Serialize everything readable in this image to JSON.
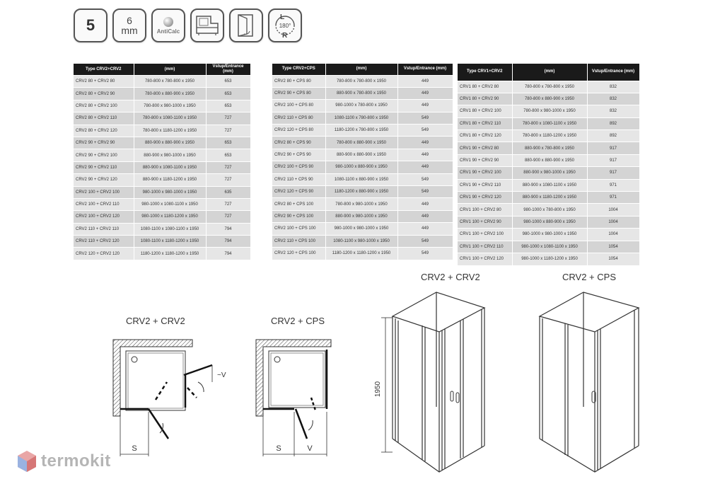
{
  "badges": {
    "thickness_value": "5",
    "mm_top": "6",
    "mm_bottom": "mm",
    "anticalc_label": "AntiCalc",
    "rotate_left": "L",
    "rotate_angle": "180°",
    "rotate_right": "R"
  },
  "table1": {
    "headers": [
      "Type CRV2+CRV2",
      "(mm)",
      "Vstup/Entrance (mm)"
    ],
    "rows": [
      [
        "CRV2 80 + CRV2 80",
        "780-800 x 780-800 x 1950",
        "653"
      ],
      [
        "CRV2 80 + CRV2 90",
        "780-800 x 880-900 x 1950",
        "653"
      ],
      [
        "CRV2 80 + CRV2 100",
        "780-800 x 980-1000 x 1950",
        "653"
      ],
      [
        "CRV2 80 + CRV2 110",
        "780-800 x 1080-1100 x 1950",
        "727"
      ],
      [
        "CRV2 80 + CRV2 120",
        "780-800 x 1180-1200 x 1950",
        "727"
      ],
      [
        "CRV2 90 + CRV2 90",
        "880-900 x 880-900 x 1950",
        "653"
      ],
      [
        "CRV2 90 + CRV2 100",
        "880-900 x 980-1000 x 1950",
        "653"
      ],
      [
        "CRV2 90 + CRV2 110",
        "880-900 x 1080-1100 x 1950",
        "727"
      ],
      [
        "CRV2 90 + CRV2 120",
        "880-900 x 1180-1200 x 1950",
        "727"
      ],
      [
        "CRV2 100 + CRV2 100",
        "980-1000 x 980-1000 x 1950",
        "635"
      ],
      [
        "CRV2 100 + CRV2 110",
        "980-1000 x 1080-1100 x 1950",
        "727"
      ],
      [
        "CRV2 100 + CRV2 120",
        "980-1000 x 1180-1200 x 1950",
        "727"
      ],
      [
        "CRV2 110 + CRV2 110",
        "1080-1100 x 1080-1100 x 1950",
        "794"
      ],
      [
        "CRV2 110 + CRV2 120",
        "1080-1100 x 1180-1200 x 1950",
        "794"
      ],
      [
        "CRV2 120 + CRV2 120",
        "1180-1200 x 1180-1200 x 1950",
        "794"
      ]
    ]
  },
  "table2": {
    "headers": [
      "Type CRV2+CPS",
      "(mm)",
      "Vstup/Entrance (mm)"
    ],
    "rows": [
      [
        "CRV2 80 + CPS 80",
        "780-800 x 780-800 x 1950",
        "449"
      ],
      [
        "CRV2 90 + CPS 80",
        "880-900 x 780-800 x 1950",
        "449"
      ],
      [
        "CRV2 100 + CPS 80",
        "980-1000 x 780-800 x 1950",
        "449"
      ],
      [
        "CRV2 110 + CPS 80",
        "1080-1100 x 780-800 x 1950",
        "549"
      ],
      [
        "CRV2 120 + CPS 80",
        "1180-1200 x 780-800 x 1950",
        "549"
      ],
      [
        "CRV2 80 + CPS 90",
        "780-800 x 880-900 x 1950",
        "449"
      ],
      [
        "CRV2 90 + CPS  90",
        "880-900 x 880-900 x 1950",
        "449"
      ],
      [
        "CRV2 100 + CPS 90",
        "980-1000 x 880-900 x 1950",
        "449"
      ],
      [
        "CRV2 110 + CPS 90",
        "1080-1100 x 880-900 x 1950",
        "549"
      ],
      [
        "CRV2 120 + CPS 90",
        "1180-1200 x 880-900 x 1950",
        "549"
      ],
      [
        "CRV2 80 + CPS 100",
        "780-800 x 980-1000 x 1950",
        "449"
      ],
      [
        "CRV2 90 + CPS 100",
        "880-900 x 980-1000 x 1950",
        "449"
      ],
      [
        "CRV2 100 + CPS 100",
        "980-1000 x 980-1000 x 1950",
        "449"
      ],
      [
        "CRV2 110 + CPS 100",
        "1080-1100 x 980-1000 x 1950",
        "549"
      ],
      [
        "CRV2 120 + CPS 100",
        "1180-1200 x 1180-1200 x 1950",
        "549"
      ]
    ]
  },
  "table3": {
    "headers": [
      "Type CRV1+CRV2",
      "(mm)",
      "Vstup/Entrance (mm)"
    ],
    "rows": [
      [
        "CRV1 80 + CRV2 80",
        "780-800 x 780-800 x 1950",
        "832"
      ],
      [
        "CRV1 80 + CRV2 90",
        "780-800 x 880-900 x 1950",
        "832"
      ],
      [
        "CRV1 80 + CRV2 100",
        "780-800 x 980-1000 x 1950",
        "832"
      ],
      [
        "CRV1 80 + CRV2 110",
        "780-800 x 1080-1100 x 1950",
        "892"
      ],
      [
        "CRV1 80 + CRV2 120",
        "780-800 x 1180-1200 x 1950",
        "892"
      ],
      [
        "CRV1 90 + CRV2 80",
        "880-900 x 780-800 x 1950",
        "917"
      ],
      [
        "CRV1 90 + CRV2 90",
        "880-900 x 880-900 x 1950",
        "917"
      ],
      [
        "CRV1 90 + CRV2 100",
        "880-900 x 980-1000 x 1950",
        "917"
      ],
      [
        "CRV1 90 + CRV2 110",
        "880-900 x 1080-1100 x 1950",
        "971"
      ],
      [
        "CRV1 90 + CRV2 120",
        "880-900 x 1180-1200 x 1950",
        "971"
      ],
      [
        "CRV1 100 + CRV2 80",
        "980-1000 x 780-800 x 1950",
        "1004"
      ],
      [
        "CRV1 100 + CRV2 90",
        "980-1000 x 880-900 x 1950",
        "1004"
      ],
      [
        "CRV1 100 + CRV2 100",
        "980-1000 x 980-1000 x 1950",
        "1004"
      ],
      [
        "CRV1 100 + CRV2 110",
        "980-1000 x 1080-1100 x 1950",
        "1054"
      ],
      [
        "CRV1 100 + CRV2 120",
        "980-1000 x 1180-1200 x 1950",
        "1054"
      ]
    ]
  },
  "diagrams": {
    "plan1_title": "CRV2 + CRV2",
    "plan1_label_v": "~V",
    "plan1_label_s": "S",
    "plan2_title": "CRV2 + CPS",
    "plan2_label_s": "S",
    "plan2_label_v": "V",
    "elev1_title": "CRV2 + CRV2",
    "elev1_height": "1950",
    "elev2_title": "CRV2 + CPS"
  },
  "logo": {
    "text": "termokit"
  }
}
